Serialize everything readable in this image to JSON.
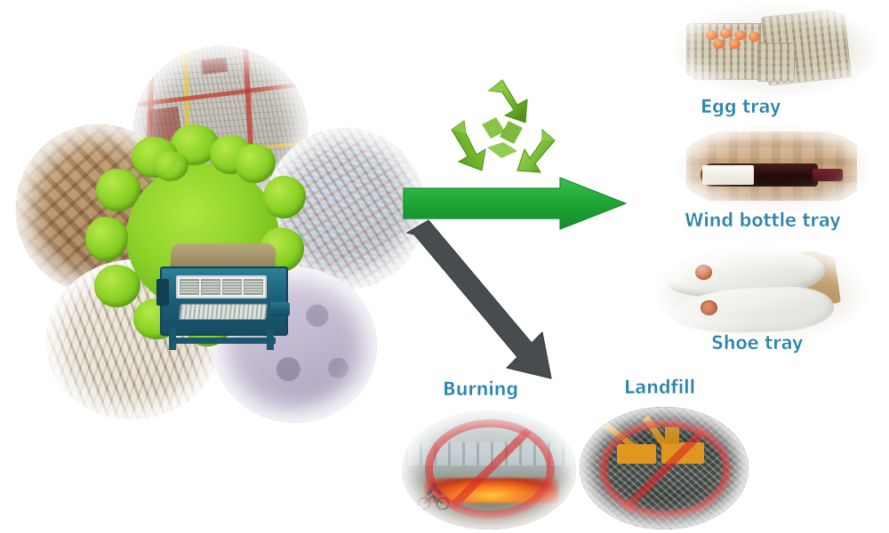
{
  "page": {
    "title": "Waste paper recycling to molded pulp products infographic",
    "background_color": "#ffffff"
  },
  "colors": {
    "caption_text": "#2d85ad",
    "recycle_green": "#76c043",
    "arrow_green": "#22a63a",
    "arrow_gray": "#4a4f52",
    "prohibition_red": "#d62828",
    "machine_blue": "#1d5f79",
    "grass_green": "#8ed32a"
  },
  "source_cluster": {
    "name": "waste-paper-sources",
    "center": {
      "label": "egg tray making machine",
      "machine_color": "#1d5f79"
    },
    "petals": [
      {
        "id": "newspaper",
        "label": "bundled newspapers"
      },
      {
        "id": "cardboard",
        "label": "waste cardboard"
      },
      {
        "id": "mixed-paper",
        "label": "mixed waste paper"
      },
      {
        "id": "shredded",
        "label": "shredded paper"
      },
      {
        "id": "pulp-rolls",
        "label": "paper rolls"
      }
    ]
  },
  "flow": {
    "recycle_symbol": {
      "name": "recycling-symbol",
      "color": "#76c043"
    },
    "arrows": [
      {
        "id": "recycle-arrow",
        "direction": "right",
        "color": "#22a63a"
      },
      {
        "id": "disposal-arrow",
        "direction": "down-right",
        "color": "#4a4f52"
      }
    ]
  },
  "products": [
    {
      "id": "egg-tray",
      "label": "Egg tray"
    },
    {
      "id": "bottle-tray",
      "label": "Wind bottle tray"
    },
    {
      "id": "shoe-tray",
      "label": "Shoe tray"
    }
  ],
  "disposal": [
    {
      "id": "burning",
      "label": "Burning",
      "prohibited": true
    },
    {
      "id": "landfill",
      "label": "Landfill",
      "prohibited": true
    }
  ]
}
